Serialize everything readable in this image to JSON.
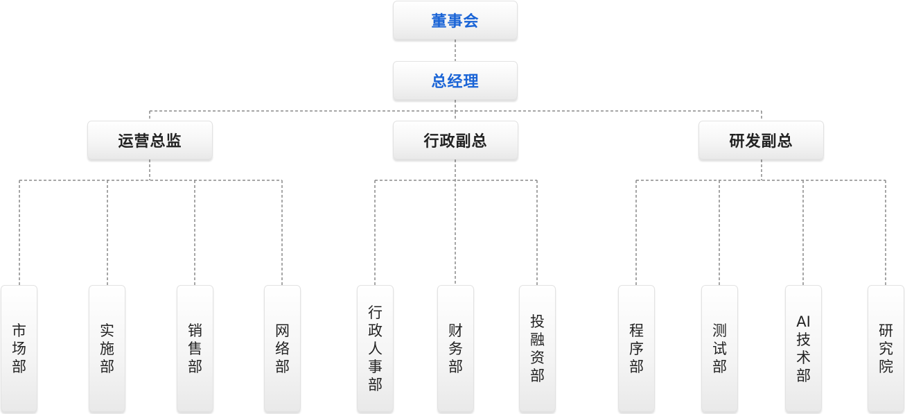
{
  "colors": {
    "accent": "#1a64d6",
    "text": "#222222",
    "connector": "#888888"
  },
  "root": {
    "label": "董事会"
  },
  "gm": {
    "label": "总经理"
  },
  "vps": [
    {
      "label": "运营总监",
      "departments": [
        "市场部",
        "实施部",
        "销售部",
        "网络部"
      ]
    },
    {
      "label": "行政副总",
      "departments": [
        "行政人事部",
        "财务部",
        "投融资部"
      ]
    },
    {
      "label": "研发副总",
      "departments": [
        "程序部",
        "测试部",
        "AI技术部",
        "研究院"
      ]
    }
  ]
}
